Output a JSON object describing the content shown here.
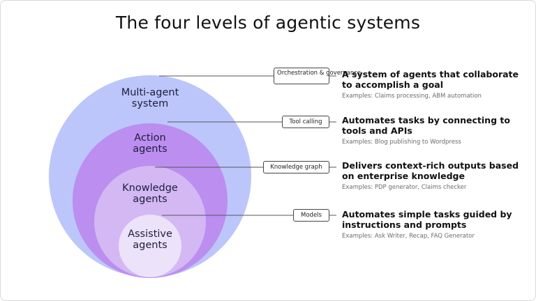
{
  "title": "The four levels of agentic systems",
  "colors": {
    "multi_agent": "#bcc6fb",
    "action": "#bb8ef0",
    "knowledge": "#d3b8f4",
    "assistive": "#ece2fa",
    "connector_line": "#555555"
  },
  "levels": [
    {
      "circle_label": "Multi-agent system",
      "tag": "Orchestration & governance",
      "description": "A system of agents that collaborate to accomplish a goal",
      "example": "Examples: Claims processing, ABM automation"
    },
    {
      "circle_label": "Action agents",
      "tag": "Tool calling",
      "description": "Automates tasks by connecting to tools and APIs",
      "example": "Examples: Blog publishing to Wordpress"
    },
    {
      "circle_label": "Knowledge agents",
      "tag": "Knowledge graph",
      "description": "Delivers context-rich outputs based on enterprise knowledge",
      "example": "Examples: PDP generator, Claims checker"
    },
    {
      "circle_label": "Assistive agents",
      "tag": "Models",
      "description": "Automates simple tasks guided by instructions and prompts",
      "example": "Examples: Ask Writer, Recap, FAQ Generator"
    }
  ]
}
